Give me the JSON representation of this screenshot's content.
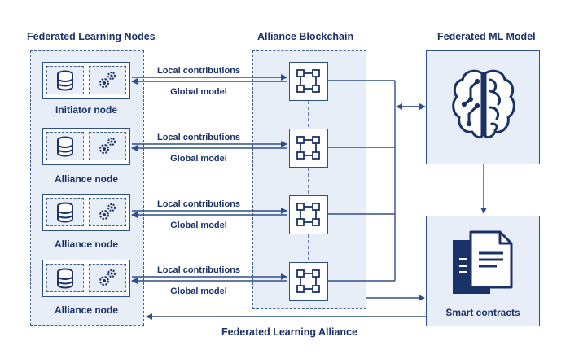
{
  "titles": {
    "nodes": "Federated Learning Nodes",
    "blockchain": "Alliance Blockchain",
    "model": "Federated ML Model"
  },
  "nodes": [
    {
      "label": "Initiator node",
      "up_label": "Local contributions",
      "down_label": "Global model"
    },
    {
      "label": "Alliance node",
      "up_label": "Local contributions",
      "down_label": "Global model"
    },
    {
      "label": "Alliance node",
      "up_label": "Local contributions",
      "down_label": "Global model"
    },
    {
      "label": "Alliance node",
      "up_label": "Local contributions",
      "down_label": "Global model"
    }
  ],
  "contracts": {
    "label": "Smart contracts"
  },
  "alliance": {
    "label": "Federated Learning Alliance"
  },
  "colors": {
    "stroke": "#2f4f8a",
    "fill": "#e8eef8",
    "text": "#1b3268"
  },
  "icons": {
    "node_db": "database-icon",
    "node_gears": "gears-icon",
    "block": "blockchain-block-icon",
    "model": "brain-circuit-icon",
    "contracts": "documents-icon"
  }
}
